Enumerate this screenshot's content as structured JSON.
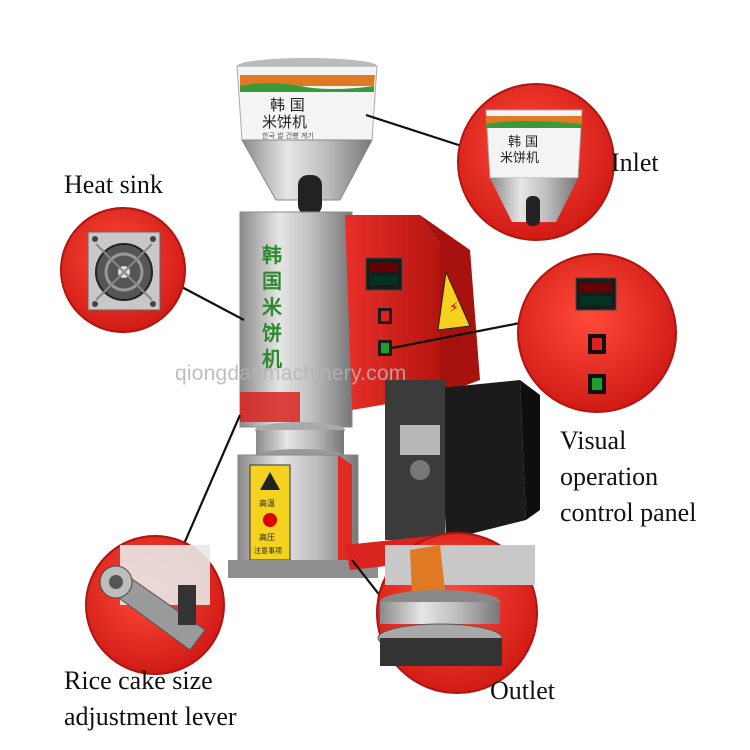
{
  "labels": {
    "inlet": "Inlet",
    "heat_sink": "Heat sink",
    "panel_line1": "Visual",
    "panel_line2": "operation",
    "panel_line3": "control panel",
    "outlet": "Outlet",
    "lever_line1": "Rice cake size",
    "lever_line2": "adjustment lever"
  },
  "watermark": "qiongdanmachinery.com",
  "machine_text": {
    "hopper_cn_1": "韩 国",
    "hopper_cn_2": "米饼机",
    "hopper_kr": "한국 쌀 건빵 계기",
    "body_cn": [
      "韩",
      "国",
      "米",
      "饼",
      "机"
    ],
    "warning_1": "高温",
    "warning_2": "高压",
    "warning_3": "注意事项"
  },
  "colors": {
    "machine_red": "#d8231f",
    "callout_red": "#e0201c",
    "steel": "#c9c9c9",
    "panel_black": "#1b1b1b"
  }
}
